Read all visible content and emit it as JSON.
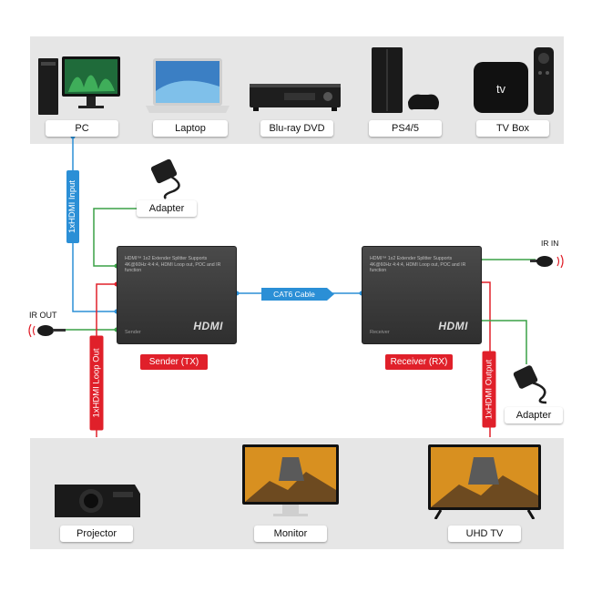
{
  "sources": [
    {
      "key": "pc",
      "label": "PC"
    },
    {
      "key": "laptop",
      "label": "Laptop"
    },
    {
      "key": "bluray",
      "label": "Blu-ray DVD"
    },
    {
      "key": "ps",
      "label": "PS4/5"
    },
    {
      "key": "tvbox",
      "label": "TV Box"
    }
  ],
  "displays": [
    {
      "key": "projector",
      "label": "Projector"
    },
    {
      "key": "monitor",
      "label": "Monitor"
    },
    {
      "key": "uhdtv",
      "label": "UHD TV"
    }
  ],
  "adapters": {
    "tx_label": "Adapter",
    "rx_label": "Adapter"
  },
  "sender": {
    "desc": "HDMI™ 1x2 Extender Splitter Supports 4K@60Hz 4:4:4, HDMI Loop out, POC and IR function",
    "name": "Sender",
    "logo": "HDMI",
    "caption": "Sender (TX)"
  },
  "receiver": {
    "desc": "HDMI™ 1x2 Extender Splitter Supports 4K@60Hz 4:4:4, HDMI Loop out, POC and IR function",
    "name": "Receiver",
    "logo": "HDMI",
    "caption": "Receiver (RX)"
  },
  "cable_label": "CAT6 Cable",
  "ir_out": "IR OUT",
  "ir_in": "IR IN",
  "vlabels": {
    "hdmi_input": "1xHDMI Input",
    "loop_out": "1xHDMI Loop Out",
    "hdmi_output": "1xHDMI Output"
  },
  "colors": {
    "blue": "#2b8fd6",
    "green": "#3aa047",
    "red": "#e0202a",
    "band": "#e6e6e6"
  }
}
